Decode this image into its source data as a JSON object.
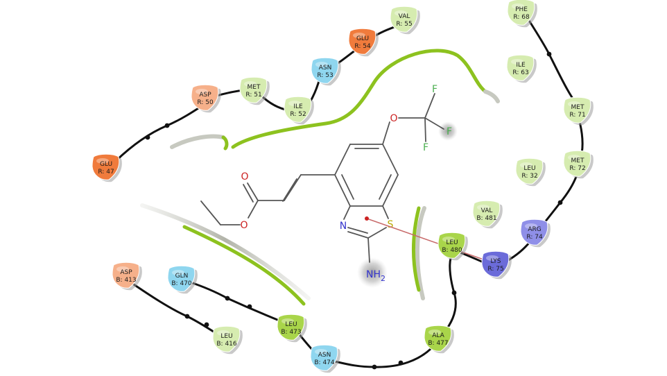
{
  "colors": {
    "hydrophobic": "#a9d54a",
    "hydrophobic_light": "#d6ecb0",
    "polar": "#8fd6ef",
    "negative": "#f07b3c",
    "negative_light": "#f6b08a",
    "positive": "#8f8fe8",
    "positive_dark": "#6b6bd9",
    "backbone": "#111111",
    "pocket": "#8dc21f",
    "pocket_grey": "#c7c9c0",
    "carbon": "#555555",
    "oxygen": "#cc2222",
    "nitrogen": "#3333cc",
    "sulfur": "#b8a800",
    "fluorine": "#4caf50",
    "contact": "#c86b6b"
  },
  "residues": [
    {
      "id": "glu47",
      "name": "GLU",
      "num": "R: 47",
      "kind": "negative"
    },
    {
      "id": "asp50",
      "name": "ASP",
      "num": "R: 50",
      "kind": "negative_light"
    },
    {
      "id": "met51",
      "name": "MET",
      "num": "R: 51",
      "kind": "hydrophobic_light"
    },
    {
      "id": "ile52",
      "name": "ILE",
      "num": "R: 52",
      "kind": "hydrophobic_light"
    },
    {
      "id": "asn53",
      "name": "ASN",
      "num": "R: 53",
      "kind": "polar"
    },
    {
      "id": "glu54",
      "name": "GLU",
      "num": "R: 54",
      "kind": "negative"
    },
    {
      "id": "val55",
      "name": "VAL",
      "num": "R: 55",
      "kind": "hydrophobic_light"
    },
    {
      "id": "phe68",
      "name": "PHE",
      "num": "R: 68",
      "kind": "hydrophobic_light"
    },
    {
      "id": "ile63",
      "name": "ILE",
      "num": "R: 63",
      "kind": "hydrophobic_light"
    },
    {
      "id": "met71",
      "name": "MET",
      "num": "R: 71",
      "kind": "hydrophobic_light"
    },
    {
      "id": "met72",
      "name": "MET",
      "num": "R: 72",
      "kind": "hydrophobic_light"
    },
    {
      "id": "leu32",
      "name": "LEU",
      "num": "R: 32",
      "kind": "hydrophobic_light"
    },
    {
      "id": "arg74",
      "name": "ARG",
      "num": "R: 74",
      "kind": "positive"
    },
    {
      "id": "lys75",
      "name": "LYS",
      "num": "R: 75",
      "kind": "positive_dark"
    },
    {
      "id": "val481",
      "name": "VAL",
      "num": "B: 481",
      "kind": "hydrophobic_light"
    },
    {
      "id": "leu480",
      "name": "LEU",
      "num": "B: 480",
      "kind": "hydrophobic"
    },
    {
      "id": "ala477",
      "name": "ALA",
      "num": "B: 477",
      "kind": "hydrophobic"
    },
    {
      "id": "asn474",
      "name": "ASN",
      "num": "B: 474",
      "kind": "polar"
    },
    {
      "id": "leu473",
      "name": "LEU",
      "num": "B: 473",
      "kind": "hydrophobic"
    },
    {
      "id": "gln470",
      "name": "GLN",
      "num": "B: 470",
      "kind": "polar"
    },
    {
      "id": "asp413",
      "name": "ASP",
      "num": "B: 413",
      "kind": "negative_light"
    },
    {
      "id": "leu416",
      "name": "LEU",
      "num": "B: 416",
      "kind": "hydrophobic_light"
    }
  ],
  "atoms": {
    "F1": "F",
    "F2": "F",
    "F3": "F",
    "O_ether": "O",
    "O_carbonyl": "O",
    "O_ester": "O",
    "N_ring": "N",
    "S_ring": "S",
    "NH2": "NH",
    "NH2_sub": "2"
  }
}
